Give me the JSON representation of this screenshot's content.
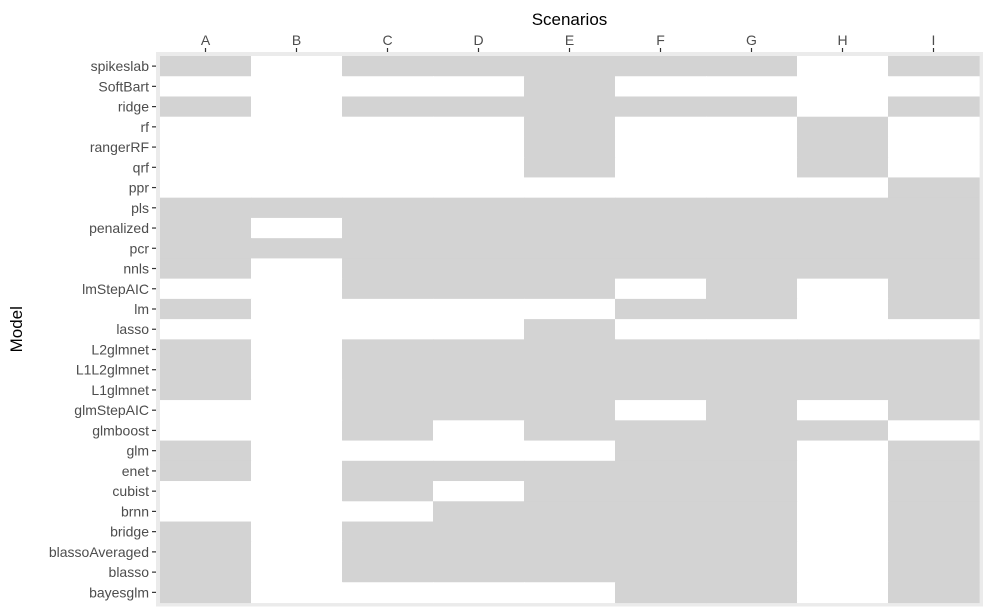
{
  "chart_data": {
    "type": "heatmap",
    "xlabel": "Scenarios",
    "ylabel": "Model",
    "x_axis_position": "top",
    "legend": "none",
    "colors": {
      "filled": "#d3d3d3",
      "empty": "#ffffff",
      "panel": "#ebebeb",
      "tick": "#333333",
      "label": "#4d4d4d"
    },
    "x": [
      "A",
      "B",
      "C",
      "D",
      "E",
      "F",
      "G",
      "H",
      "I"
    ],
    "y": [
      "spikeslab",
      "SoftBart",
      "ridge",
      "rf",
      "rangerRF",
      "qrf",
      "ppr",
      "pls",
      "penalized",
      "pcr",
      "nnls",
      "lmStepAIC",
      "lm",
      "lasso",
      "L2glmnet",
      "L1L2glmnet",
      "L1glmnet",
      "glmStepAIC",
      "glmboost",
      "glm",
      "enet",
      "cubist",
      "brnn",
      "bridge",
      "blassoAveraged",
      "blasso",
      "bayesglm"
    ],
    "values": [
      [
        1,
        0,
        1,
        1,
        1,
        1,
        1,
        0,
        1
      ],
      [
        0,
        0,
        0,
        0,
        1,
        0,
        0,
        0,
        0
      ],
      [
        1,
        0,
        1,
        1,
        1,
        1,
        1,
        0,
        1
      ],
      [
        0,
        0,
        0,
        0,
        1,
        0,
        0,
        1,
        0
      ],
      [
        0,
        0,
        0,
        0,
        1,
        0,
        0,
        1,
        0
      ],
      [
        0,
        0,
        0,
        0,
        1,
        0,
        0,
        1,
        0
      ],
      [
        0,
        0,
        0,
        0,
        0,
        0,
        0,
        0,
        1
      ],
      [
        1,
        1,
        1,
        1,
        1,
        1,
        1,
        1,
        1
      ],
      [
        1,
        0,
        1,
        1,
        1,
        1,
        1,
        1,
        1
      ],
      [
        1,
        1,
        1,
        1,
        1,
        1,
        1,
        1,
        1
      ],
      [
        1,
        0,
        1,
        1,
        1,
        1,
        1,
        1,
        1
      ],
      [
        0,
        0,
        1,
        1,
        1,
        0,
        1,
        0,
        1
      ],
      [
        1,
        0,
        0,
        0,
        0,
        1,
        1,
        0,
        1
      ],
      [
        0,
        0,
        0,
        0,
        1,
        0,
        0,
        0,
        0
      ],
      [
        1,
        0,
        1,
        1,
        1,
        1,
        1,
        1,
        1
      ],
      [
        1,
        0,
        1,
        1,
        1,
        1,
        1,
        1,
        1
      ],
      [
        1,
        0,
        1,
        1,
        1,
        1,
        1,
        1,
        1
      ],
      [
        0,
        0,
        1,
        1,
        1,
        0,
        1,
        0,
        1
      ],
      [
        0,
        0,
        1,
        0,
        1,
        1,
        1,
        1,
        0
      ],
      [
        1,
        0,
        0,
        0,
        0,
        1,
        1,
        0,
        1
      ],
      [
        1,
        0,
        1,
        1,
        1,
        1,
        1,
        0,
        1
      ],
      [
        0,
        0,
        1,
        0,
        1,
        1,
        1,
        0,
        1
      ],
      [
        0,
        0,
        0,
        1,
        1,
        1,
        1,
        0,
        1
      ],
      [
        1,
        0,
        1,
        1,
        1,
        1,
        1,
        0,
        1
      ],
      [
        1,
        0,
        1,
        1,
        1,
        1,
        1,
        0,
        1
      ],
      [
        1,
        0,
        1,
        1,
        1,
        1,
        1,
        0,
        1
      ],
      [
        1,
        0,
        0,
        0,
        0,
        1,
        1,
        0,
        1
      ]
    ]
  }
}
